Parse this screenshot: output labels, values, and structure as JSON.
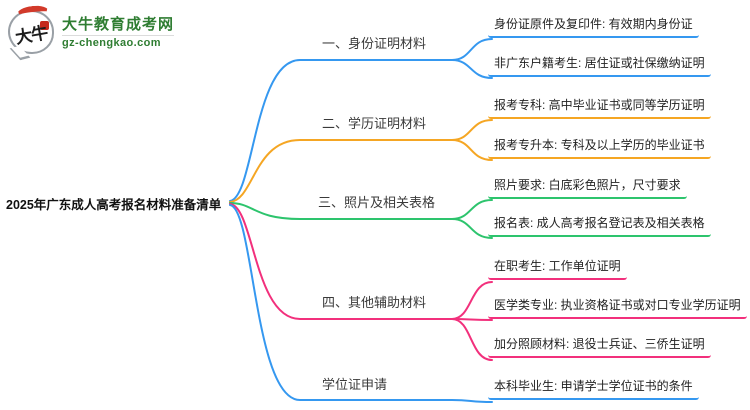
{
  "logo": {
    "icon_text": "大牛",
    "title": "大牛教育成考网",
    "domain": "gz-chengkao.com",
    "brand_color": "#2f7d32"
  },
  "root": {
    "title": "2025年广东成人高考报名材料准备清单"
  },
  "colors": {
    "blue": "#3598f0",
    "orange": "#f5a623",
    "green": "#2dc46d",
    "pink": "#f2307c"
  },
  "branches": [
    {
      "label": "一、身份证明材料",
      "color": "#3598f0",
      "children": [
        "身份证原件及复印件: 有效期内身份证",
        "非广东户籍考生: 居住证或社保缴纳证明"
      ]
    },
    {
      "label": "二、学历证明材料",
      "color": "#f5a623",
      "children": [
        "报考专科: 高中毕业证书或同等学历证明",
        "报考专升本: 专科及以上学历的毕业证书"
      ]
    },
    {
      "label": "三、照片及相关表格",
      "color": "#2dc46d",
      "children": [
        "照片要求: 白底彩色照片，尺寸要求",
        "报名表: 成人高考报名登记表及相关表格"
      ]
    },
    {
      "label": "四、其他辅助材料",
      "color": "#f2307c",
      "children": [
        "在职考生: 工作单位证明",
        "医学类专业: 执业资格证书或对口专业学历证明",
        "加分照顾材料: 退役士兵证、三侨生证明"
      ]
    },
    {
      "label": "学位证申请",
      "color": "#3598f0",
      "children": [
        "本科毕业生: 申请学士学位证书的条件"
      ]
    }
  ]
}
